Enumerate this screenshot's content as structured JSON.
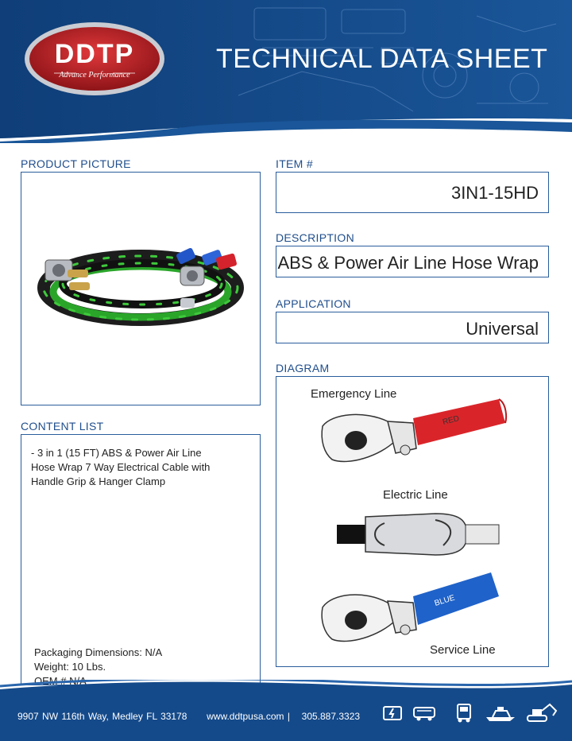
{
  "brand": {
    "logo_text": "DDTP",
    "logo_tagline": "Advance Performance"
  },
  "header": {
    "title": "TECHNICAL DATA SHEET"
  },
  "sections": {
    "product_picture": "PRODUCT PICTURE",
    "item": "ITEM #",
    "description": "DESCRIPTION",
    "application": "APPLICATION",
    "diagram": "DIAGRAM",
    "content_list": "CONTENT LIST"
  },
  "item_number": "3IN1-15HD",
  "description": "ABS & Power Air Line Hose Wrap",
  "application": "Universal",
  "content_list": {
    "text": "- 3 in 1 (15 FT) ABS & Power Air Line Hose Wrap 7 Way Electrical Cable with Handle Grip & Hanger Clamp",
    "packaging": "Packaging Dimensions: N/A",
    "weight": "Weight: 10 Lbs.",
    "oem": "OEM # N/A"
  },
  "diagram": {
    "emergency_label": "Emergency Line",
    "electric_label": "Electric Line",
    "service_label": "Service Line",
    "red_tag": "RED",
    "blue_tag": "BLUE"
  },
  "footer": {
    "address": "9907 NW 116th Way, Medley FL 33178",
    "website": "www.ddtpusa.com |",
    "phone": "305.887.3323",
    "icons": [
      "generator-icon",
      "bus-icon",
      "truck-icon",
      "yacht-icon",
      "excavator-icon"
    ]
  },
  "colors": {
    "brand_blue": "#154a8a",
    "label_blue": "#1f4e8c",
    "logo_red": "#b01c22",
    "hose_green": "#35b534",
    "red_line": "#d9252a",
    "blue_line": "#1f62c9"
  }
}
